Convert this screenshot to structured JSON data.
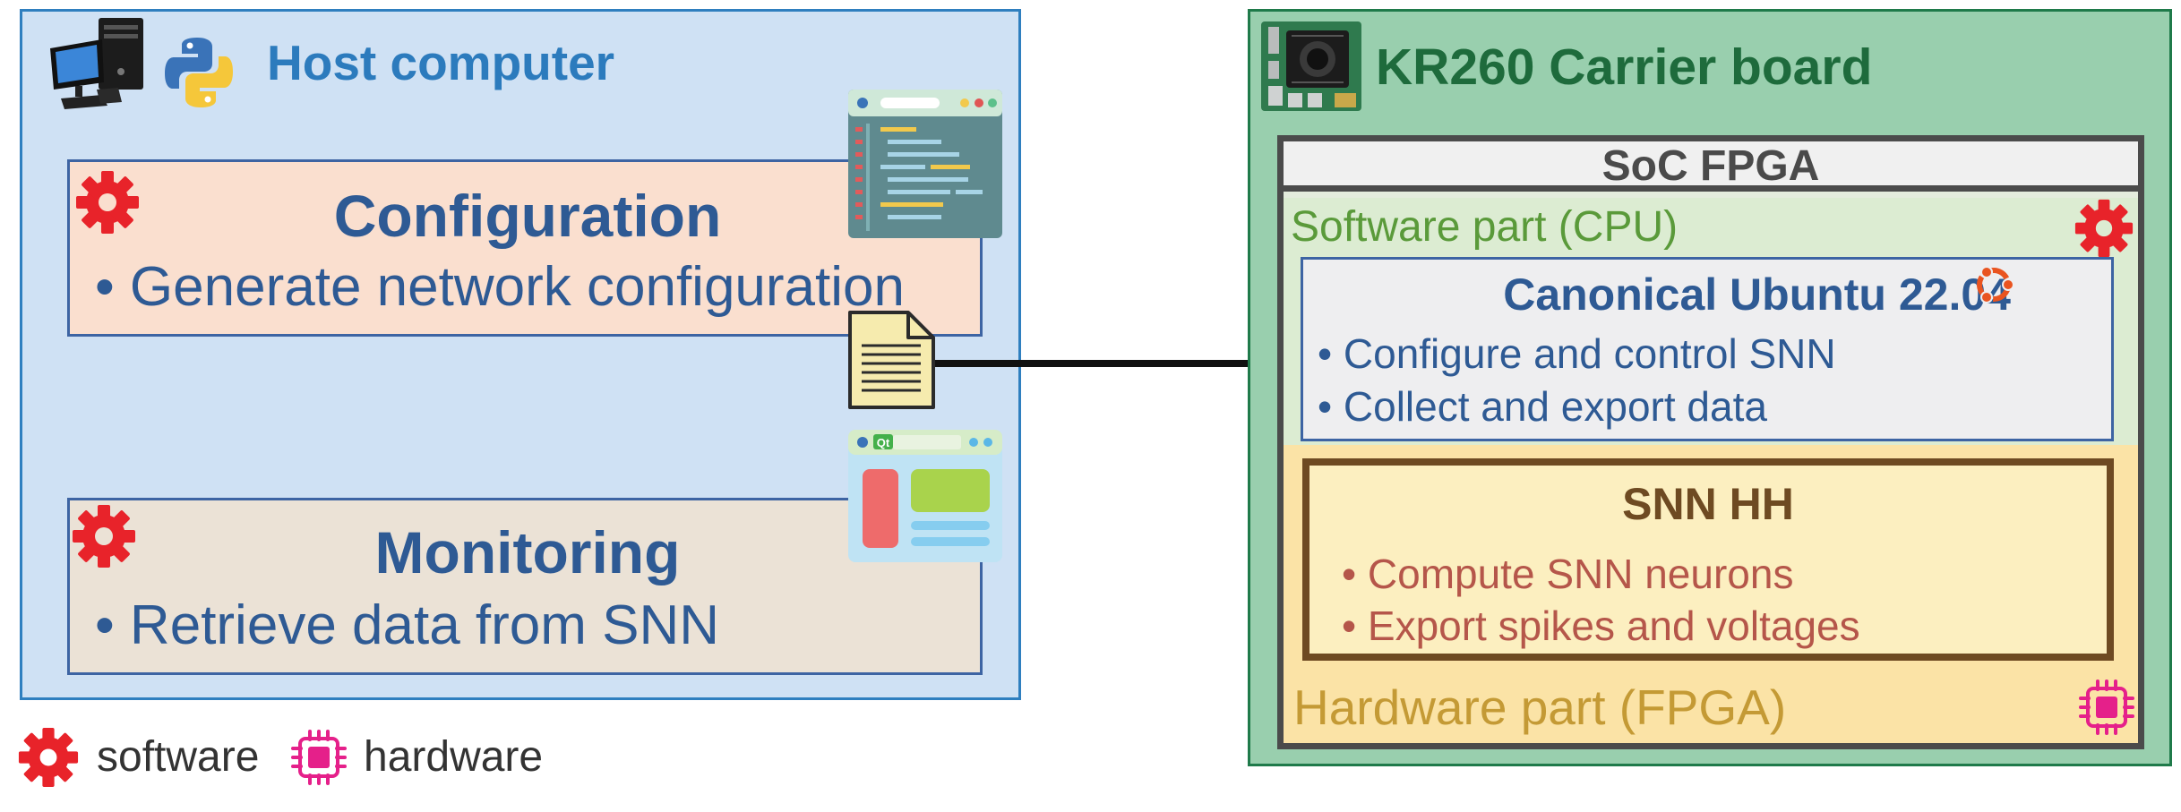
{
  "host": {
    "title": "Host computer",
    "configuration": {
      "title": "Configuration",
      "bullet": "• Generate network configuration"
    },
    "monitoring": {
      "title": "Monitoring",
      "bullet": "• Retrieve data from SNN"
    }
  },
  "board": {
    "title": "KR260 Carrier board",
    "soc": {
      "title": "SoC FPGA",
      "software_label": "Software part (CPU)",
      "ubuntu": {
        "title": "Canonical Ubuntu 22.04",
        "bullets": [
          "• Configure and control SNN",
          "• Collect and export data"
        ]
      },
      "snn": {
        "title": "SNN HH",
        "bullets": [
          "• Compute SNN neurons",
          "• Export spikes and voltages"
        ]
      },
      "hardware_label": "Hardware part (FPGA)"
    }
  },
  "legend": {
    "software": "software",
    "hardware": "hardware"
  },
  "colors": {
    "software_gear": "#e8232a",
    "hardware_chip": "#e5208a",
    "host_title": "#2c7bbd",
    "board_title": "#1e6b3c",
    "arrow": "#111111"
  },
  "icons": [
    "desktop-computer-icon",
    "python-logo-icon",
    "gear-icon",
    "code-editor-window-icon",
    "document-icon",
    "qt-gui-window-icon",
    "kr260-board-icon",
    "ubuntu-logo-icon",
    "chip-icon"
  ]
}
